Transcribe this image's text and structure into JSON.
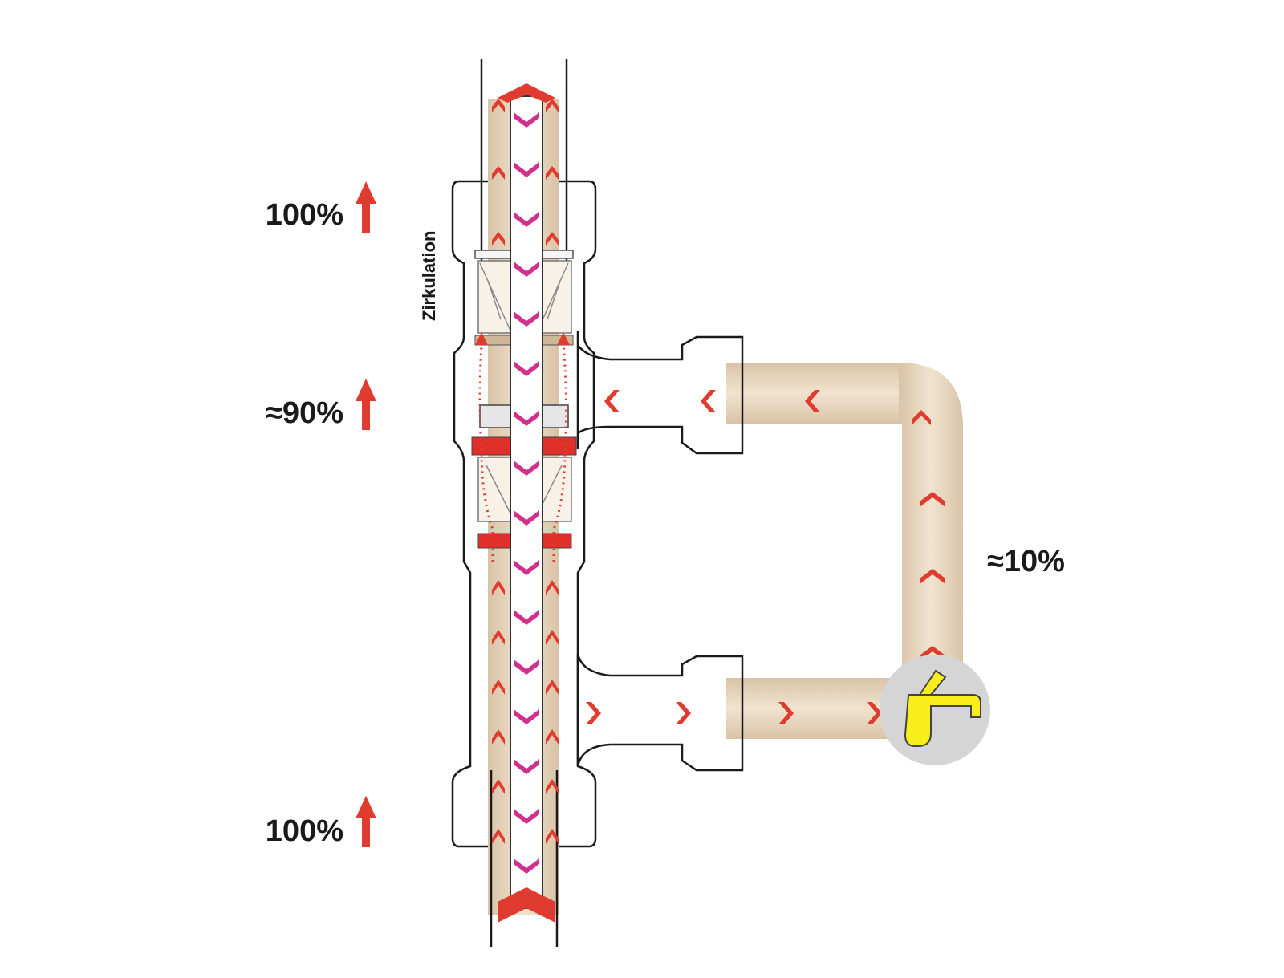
{
  "labels": {
    "top_flow": "100%",
    "middle_flow": "≈90%",
    "bottom_flow": "100%",
    "branch_flow": "≈10%",
    "circulation": "Zirkulation"
  },
  "colors": {
    "pipe": "#e7d4bd",
    "pipe_shadow": "#d6bfa2",
    "fitting": "#b9a17f",
    "flow_arrow": "#e03b2f",
    "circulation_arrow": "#d0318f",
    "inner_tube": "#ffffff",
    "faucet": "#f7ee1c",
    "faucet_disk": "#d5d5d5",
    "text": "#1a1a1a"
  },
  "icons": {
    "flow_arrow": "arrow-up-icon",
    "faucet": "faucet-icon"
  }
}
